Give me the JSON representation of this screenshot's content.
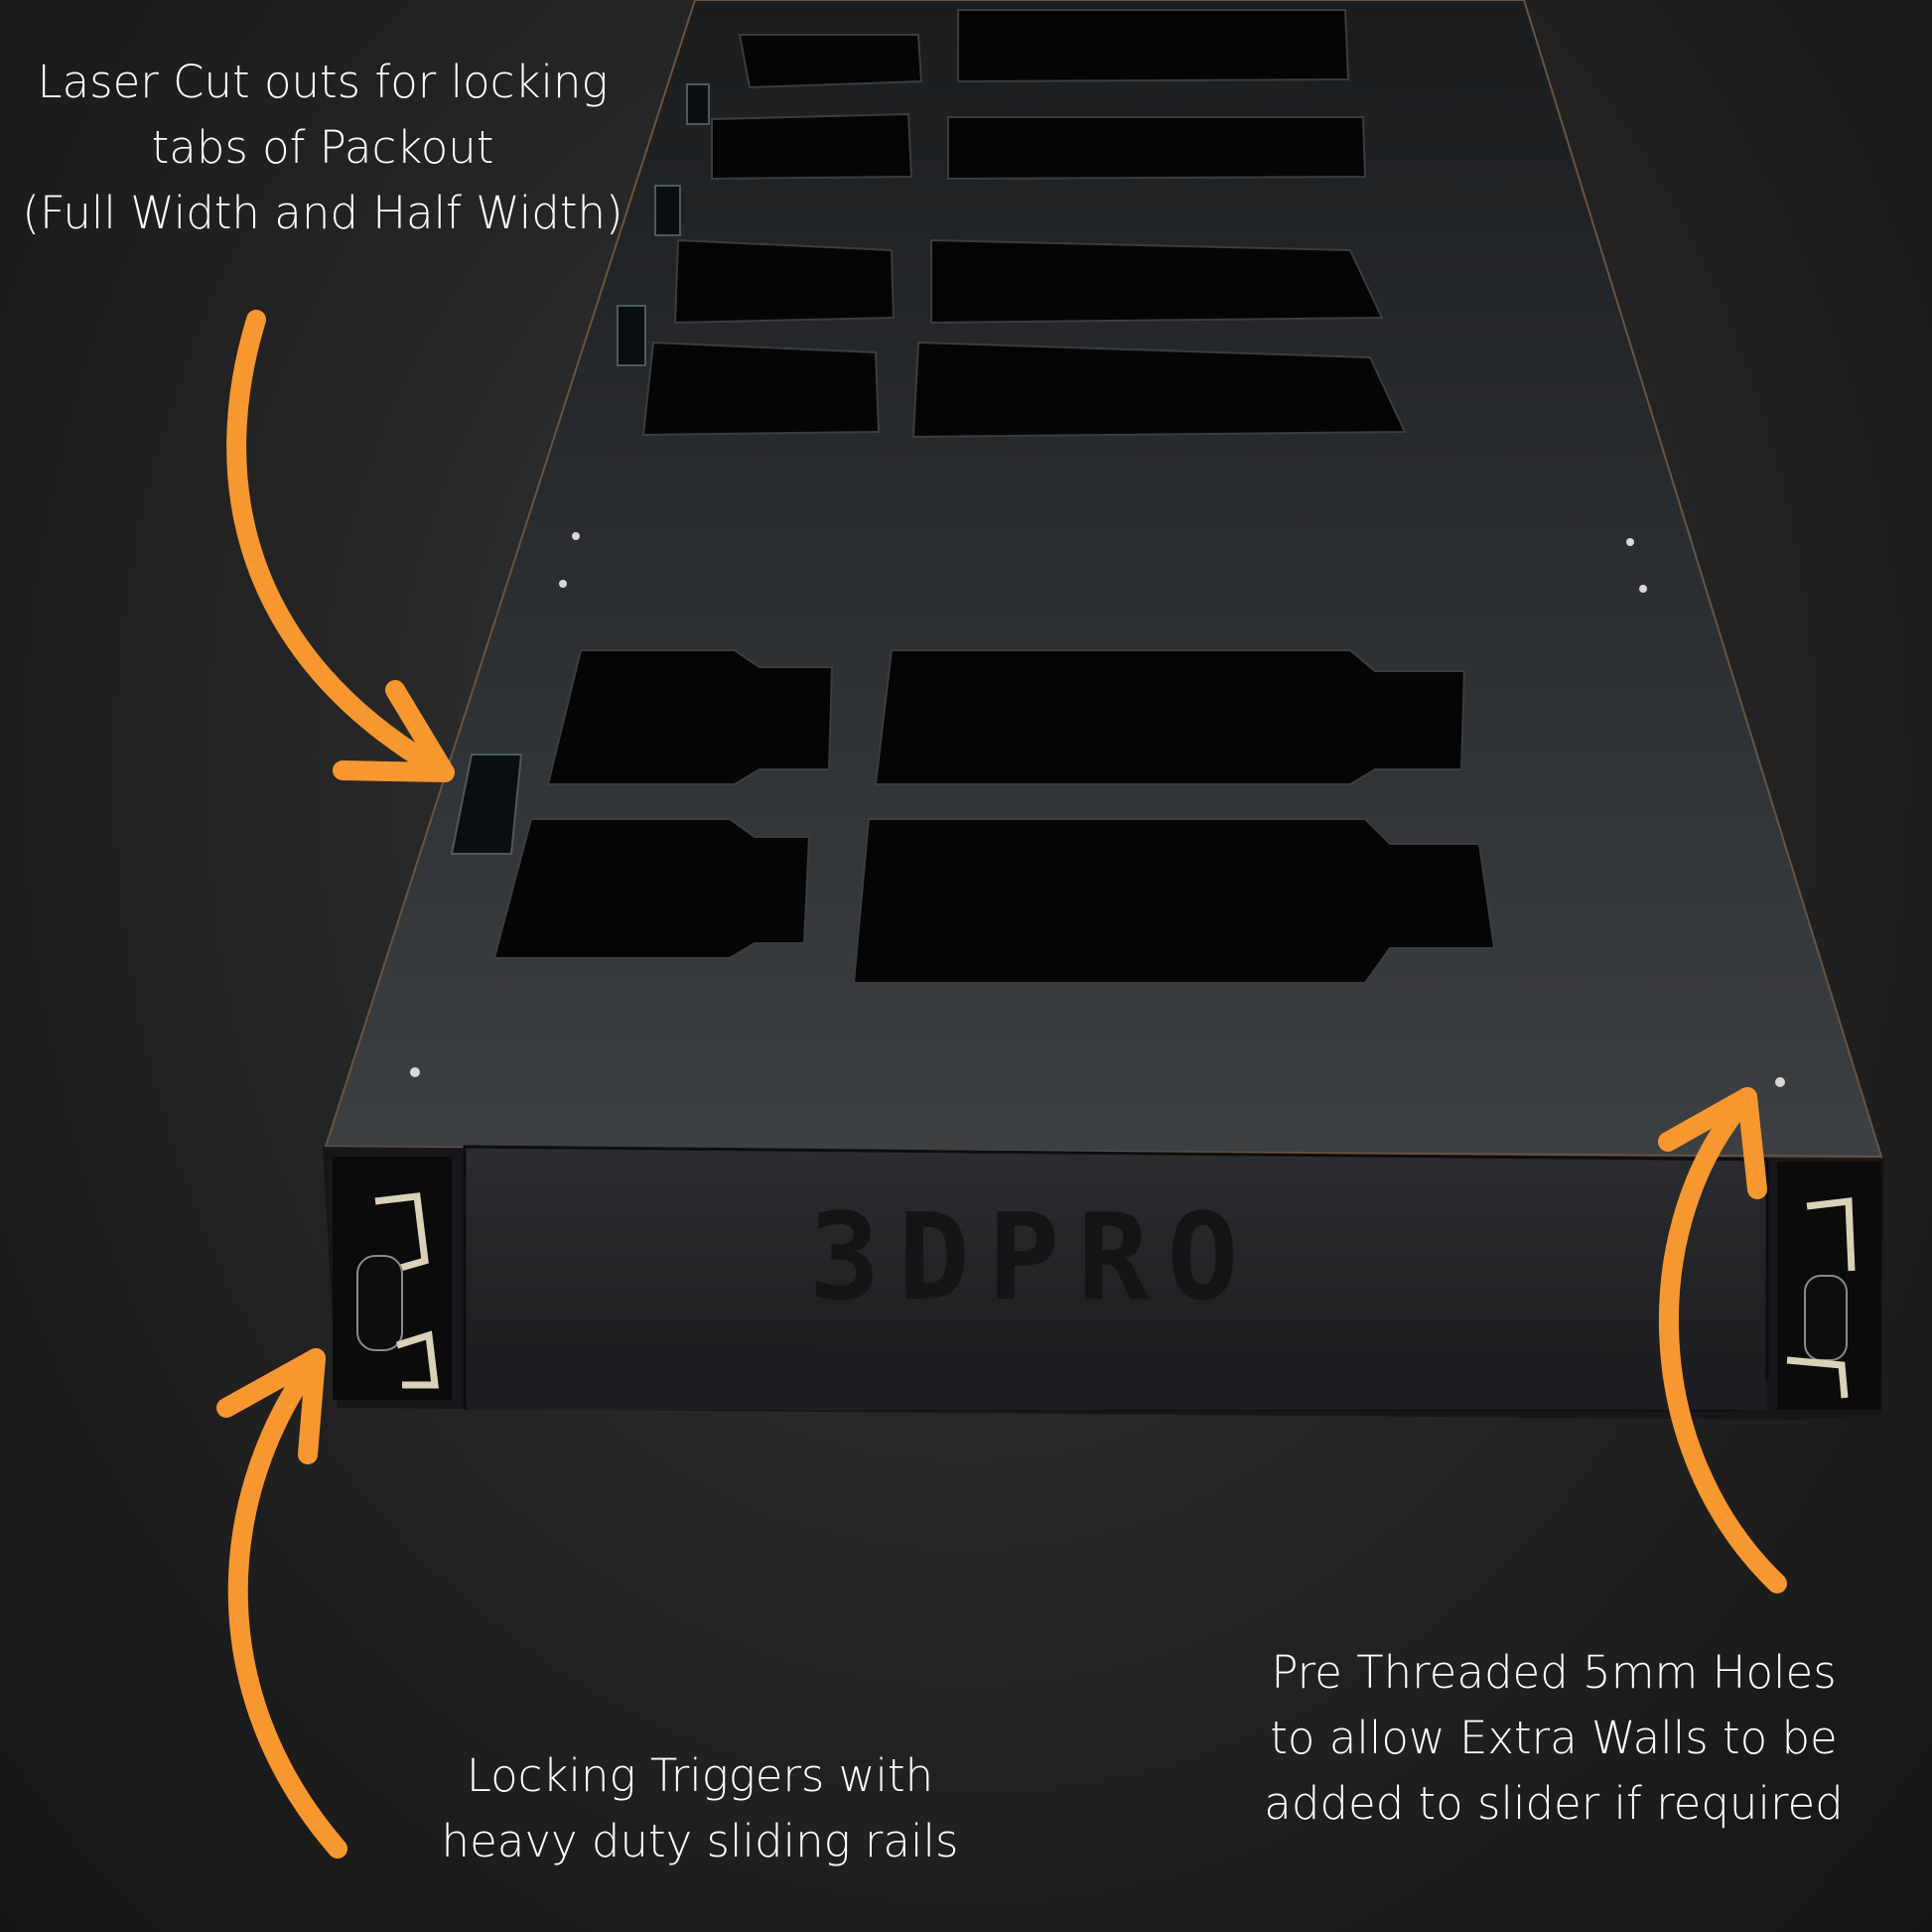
{
  "brand": {
    "logo_text": "3DPRO",
    "accent_color": "#F7972F",
    "background_color": "#1f1f1f",
    "text_color": "#FFFFFF"
  },
  "annotations": {
    "laser_cutouts": {
      "lines": [
        "Laser Cut outs for locking",
        "tabs of Packout",
        "(Full Width and Half Width)"
      ]
    },
    "locking_triggers": {
      "lines": [
        "Locking Triggers with",
        "heavy duty sliding rails"
      ]
    },
    "threaded_holes": {
      "lines": [
        "Pre Threaded 5mm Holes",
        "to allow Extra Walls to be",
        "added to slider if required"
      ]
    }
  },
  "arrows": [
    {
      "name": "arrow-to-tab-slot",
      "color": "#F7972F"
    },
    {
      "name": "arrow-to-rail-trigger",
      "color": "#F7972F"
    },
    {
      "name": "arrow-to-threaded-hole",
      "color": "#F7972F"
    }
  ]
}
